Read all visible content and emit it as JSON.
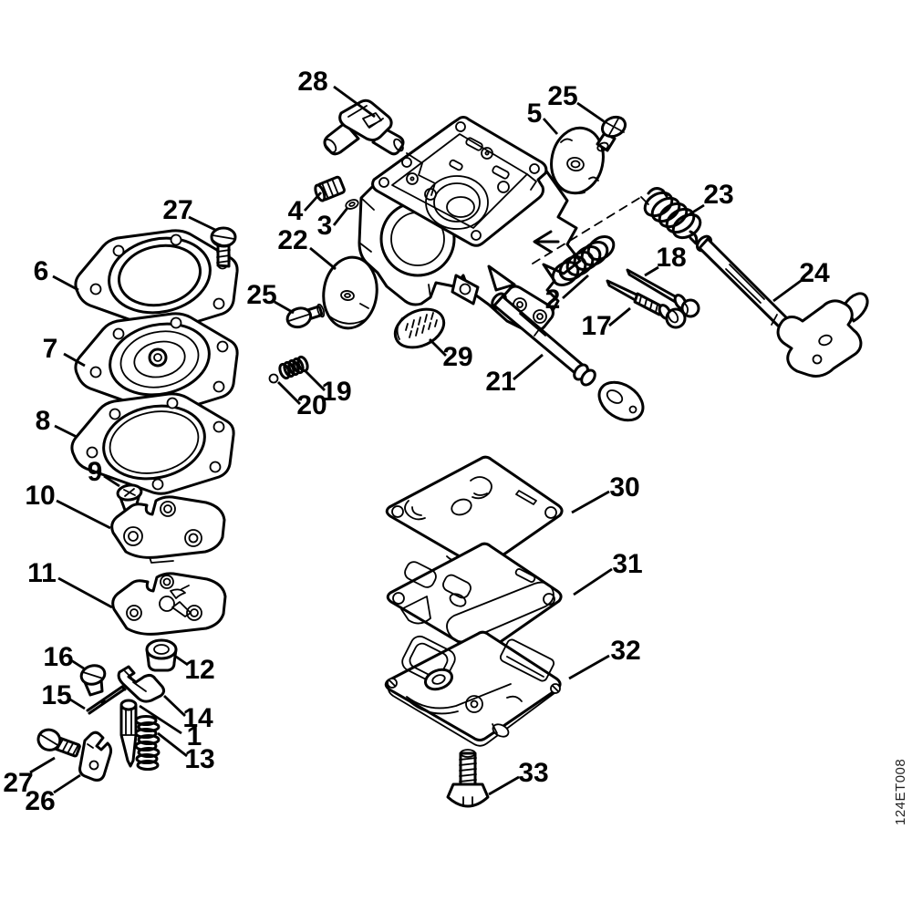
{
  "figure": {
    "type": "exploded-parts-diagram",
    "subject": "carburetor",
    "drawing_code": "124ET008",
    "background_color": "#ffffff",
    "line_color": "#000000"
  },
  "callouts": [
    {
      "id": "28",
      "text": "28"
    },
    {
      "id": "25-top",
      "text": "25"
    },
    {
      "id": "5",
      "text": "5"
    },
    {
      "id": "27-top",
      "text": "27"
    },
    {
      "id": "4",
      "text": "4"
    },
    {
      "id": "3",
      "text": "3"
    },
    {
      "id": "22",
      "text": "22"
    },
    {
      "id": "23",
      "text": "23"
    },
    {
      "id": "6",
      "text": "6"
    },
    {
      "id": "25-left",
      "text": "25"
    },
    {
      "id": "2",
      "text": "2"
    },
    {
      "id": "18",
      "text": "18"
    },
    {
      "id": "17",
      "text": "17"
    },
    {
      "id": "24",
      "text": "24"
    },
    {
      "id": "7",
      "text": "7"
    },
    {
      "id": "29",
      "text": "29"
    },
    {
      "id": "19",
      "text": "19"
    },
    {
      "id": "20",
      "text": "20"
    },
    {
      "id": "21",
      "text": "21"
    },
    {
      "id": "8",
      "text": "8"
    },
    {
      "id": "9",
      "text": "9"
    },
    {
      "id": "10",
      "text": "10"
    },
    {
      "id": "11",
      "text": "11"
    },
    {
      "id": "16",
      "text": "16"
    },
    {
      "id": "12",
      "text": "12"
    },
    {
      "id": "15",
      "text": "15"
    },
    {
      "id": "14",
      "text": "14"
    },
    {
      "id": "1",
      "text": "1"
    },
    {
      "id": "13",
      "text": "13"
    },
    {
      "id": "27-bottom",
      "text": "27"
    },
    {
      "id": "26",
      "text": "26"
    },
    {
      "id": "30",
      "text": "30"
    },
    {
      "id": "31",
      "text": "31"
    },
    {
      "id": "32",
      "text": "32"
    },
    {
      "id": "33",
      "text": "33"
    }
  ]
}
